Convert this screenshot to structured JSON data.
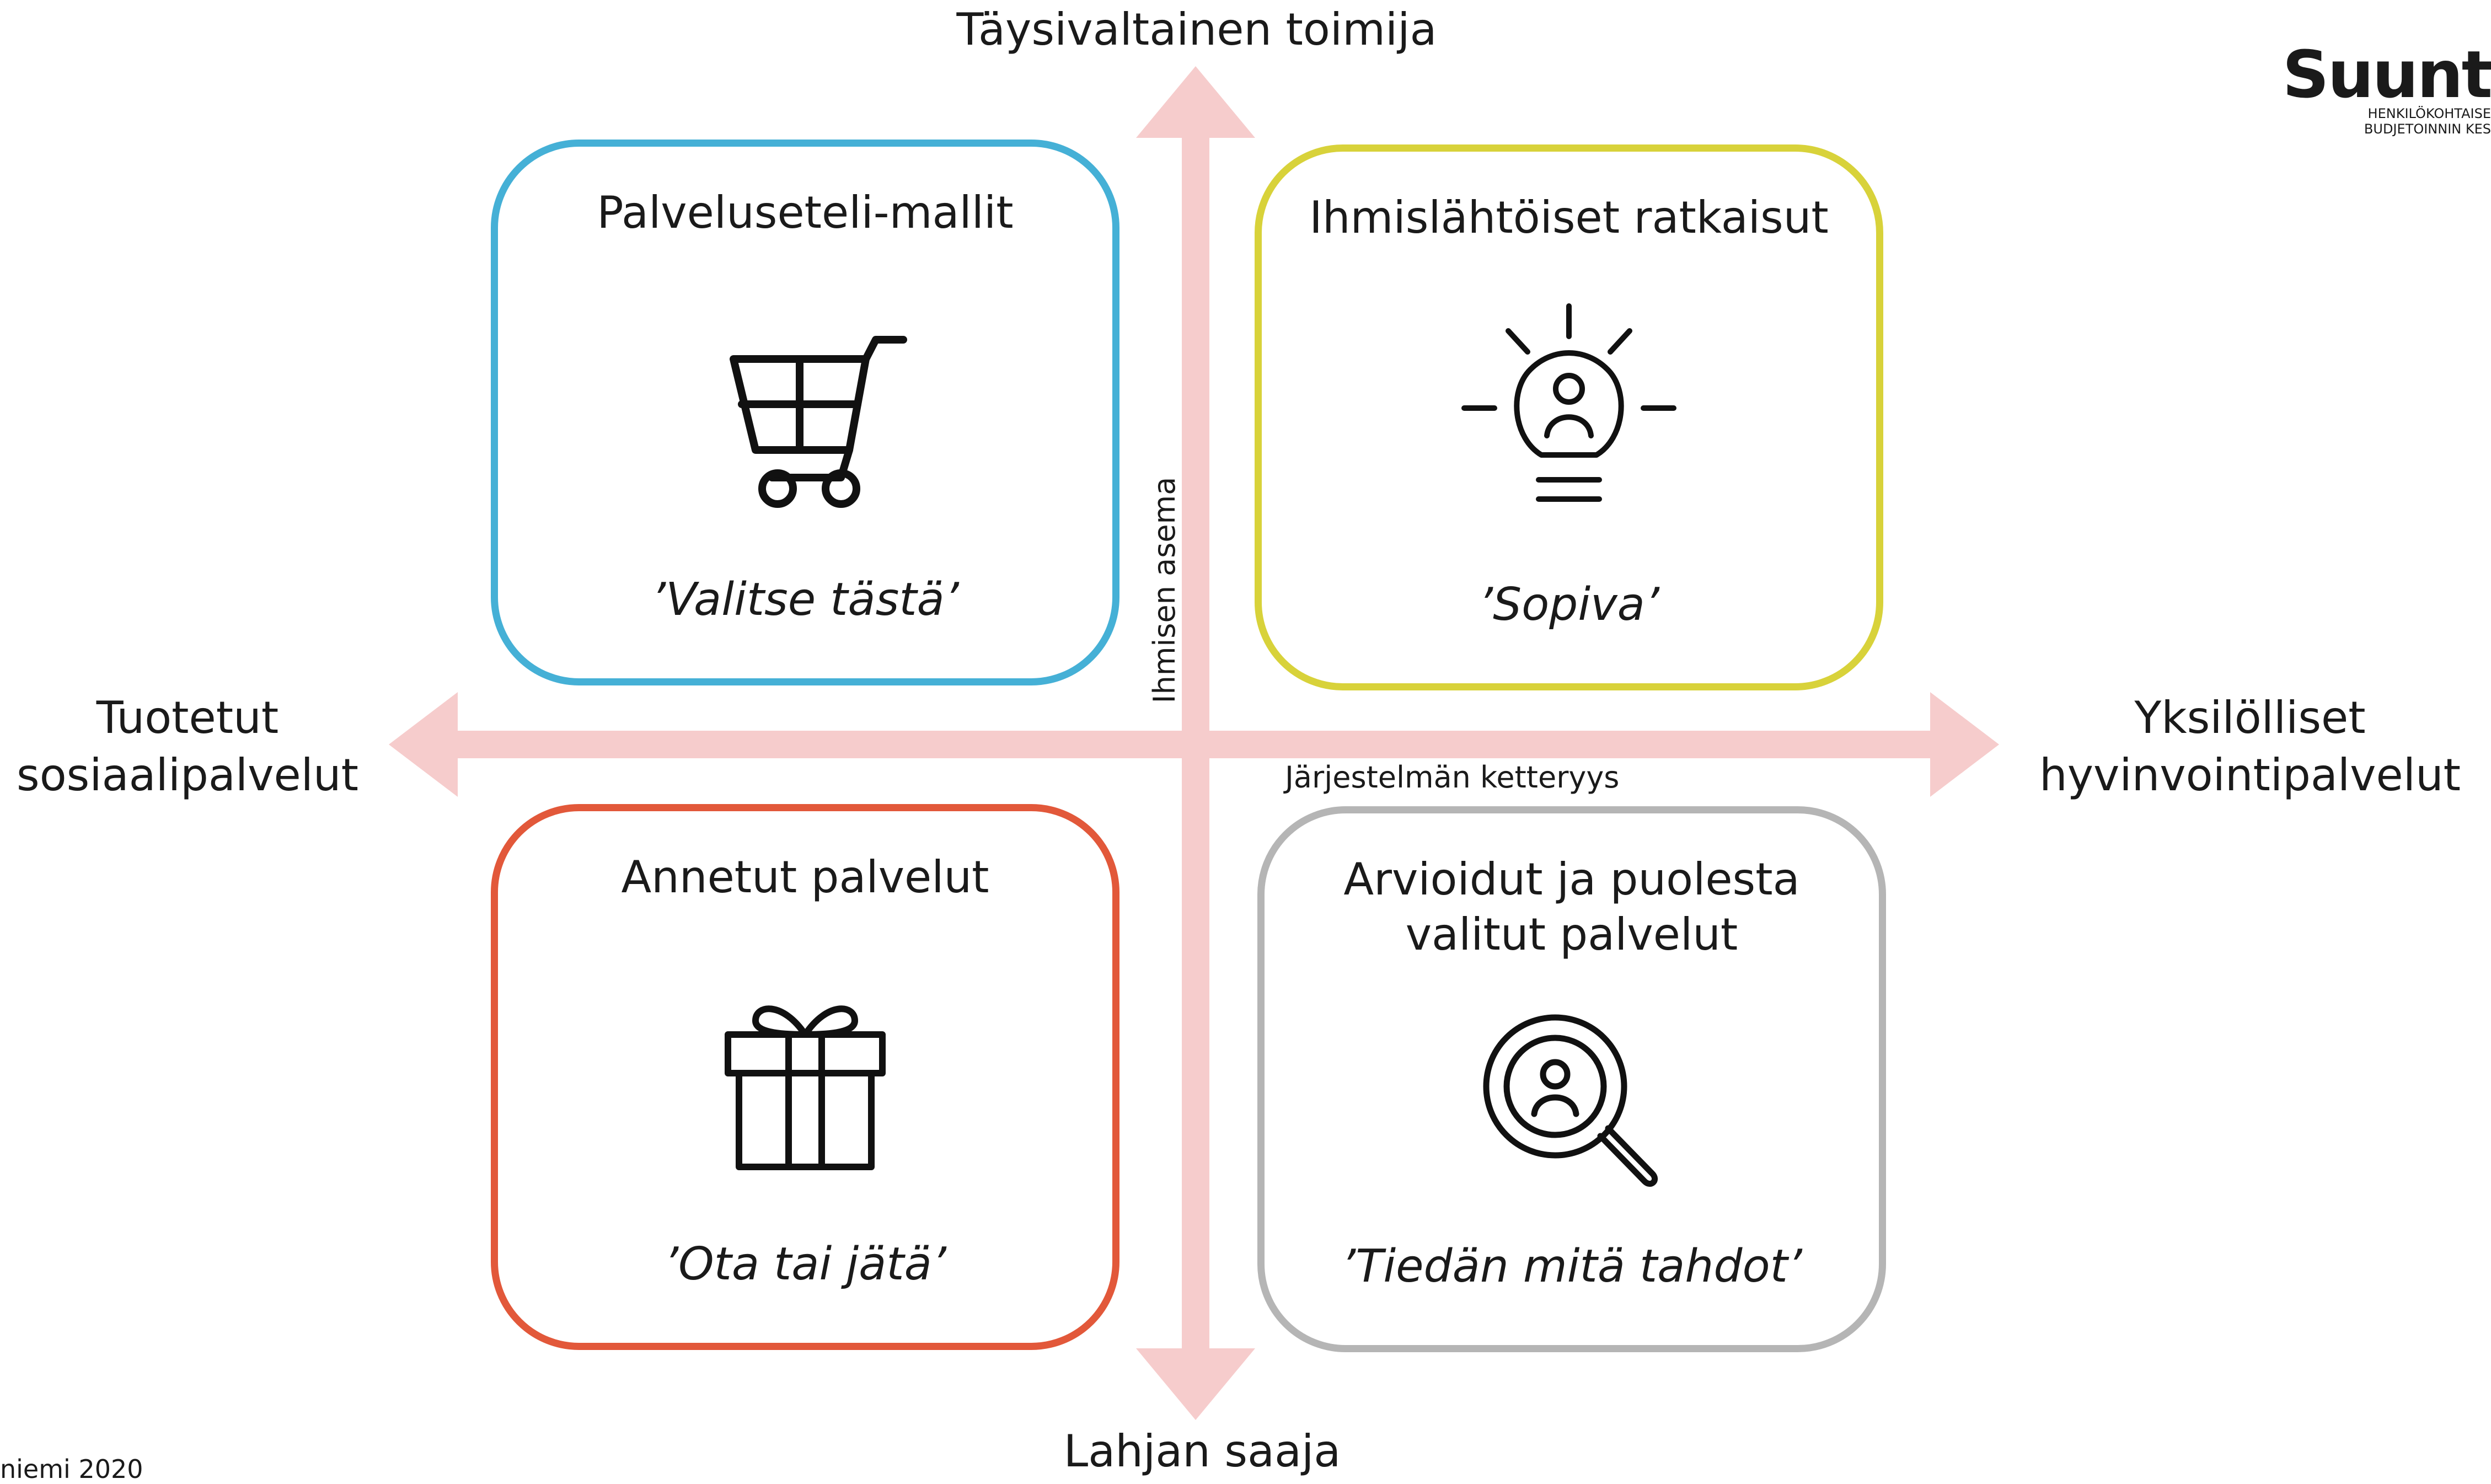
{
  "axes": {
    "top": "Täysivaltainen toimija",
    "bottom": "Lahjan saaja",
    "left_line1": "Tuotetut",
    "left_line2": "sosiaalipalvelut",
    "right_line1": "Yksilölliset",
    "right_line2": "hyvinvointipalvelut",
    "vertical_label": "Ihmisen asema",
    "horizontal_label": "Järjestelmän ketteryys"
  },
  "quadrants": {
    "top_left": {
      "title": "Palveluseteli-mallit",
      "quote": "’Valitse tästä’",
      "color": "#45b0d6",
      "icon": "shopping-cart-icon"
    },
    "top_right": {
      "title": "Ihmislähtöiset ratkaisut",
      "quote": "’Sopiva’",
      "color": "#d8d23a",
      "icon": "lightbulb-person-icon"
    },
    "bottom_left": {
      "title": "Annetut palvelut",
      "quote": "’Ota tai jätä’",
      "color": "#e2583a",
      "icon": "gift-icon"
    },
    "bottom_right": {
      "title": "Arvioidut ja puolesta\nvalitut palvelut",
      "quote": "’Tiedän mitä tahdot’",
      "color": "#b5b5b5",
      "icon": "magnifier-person-icon"
    }
  },
  "arrow_color": "#f6cccc",
  "logo": {
    "name": "Suunt",
    "sub1": "HENKILÖKOHTAISE",
    "sub2": "BUDJETOINNIN KES"
  },
  "credit": "niemi 2020"
}
